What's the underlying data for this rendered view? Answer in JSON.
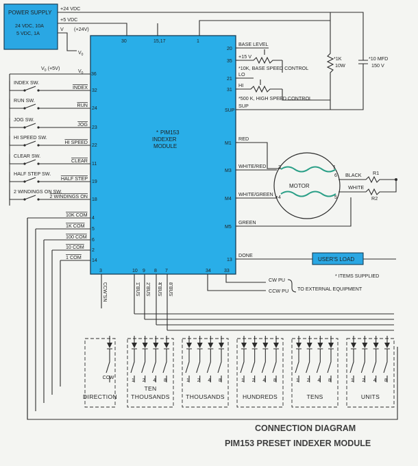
{
  "power_supply": {
    "title": "POWER SUPPLY",
    "line1": "24 VDC, 10A",
    "line2": "5 VDC, 1A"
  },
  "rails": {
    "p24": "+24 VDC",
    "p5": "+5 VDC",
    "vo": "V",
    "vo_sub": "0",
    "vo_extra": "(+24V)",
    "vo5": "(+5V)"
  },
  "module": {
    "star": "*",
    "name1": "PIM153",
    "name2": "INDEXER",
    "name3": "MODULE",
    "top_pins": [
      "30",
      "15,17",
      "1"
    ],
    "bottom_pins": [
      "3",
      "10",
      "9",
      "8",
      "7",
      "34",
      "33"
    ]
  },
  "left_pins": [
    {
      "name": "V0",
      "sub": "0",
      "num": ""
    },
    {
      "name": "V0",
      "sub": "0",
      "num": "36"
    },
    {
      "name": "INDEX",
      "num": "32"
    },
    {
      "name": "RUN",
      "num": "24"
    },
    {
      "name": "JOG",
      "num": "23"
    },
    {
      "name": "HI SPEED",
      "num": "22"
    },
    {
      "name": "CLEAR",
      "num": "11"
    },
    {
      "name": "HALF STEP",
      "num": "19"
    },
    {
      "name": "2 WINDINGS ON",
      "num": "18"
    },
    {
      "name": "10K COM",
      "num": "4"
    },
    {
      "name": "1K COM",
      "num": "5"
    },
    {
      "name": "100 COM",
      "num": "6"
    },
    {
      "name": "10 COM",
      "num": "2"
    },
    {
      "name": "1 COM",
      "num": "14"
    }
  ],
  "switches": [
    "INDEX SW.",
    "RUN SW.",
    "JOG SW.",
    "HI SPEED SW.",
    "CLEAR SW.",
    "HALF STEP SW.",
    "2 WINDINGS ON SW."
  ],
  "right_pins": [
    {
      "num": "20",
      "name": "BASE LEVEL"
    },
    {
      "num": "35",
      "name": "+15 V"
    },
    {
      "num": "21",
      "name": "LO"
    },
    {
      "num": "",
      "name": "HI"
    },
    {
      "num": "",
      "name": "SUP"
    },
    {
      "num": "",
      "name": "RED"
    },
    {
      "num": "",
      "name": "WHITE/RED"
    },
    {
      "num": "",
      "name": "WHITE/GREEN"
    },
    {
      "num": "",
      "name": "GREEN"
    },
    {
      "num": "13",
      "name": "DONE"
    }
  ],
  "right_sup_pins": [
    "SUP",
    "M1",
    "M3",
    "M4",
    "M5"
  ],
  "pots": {
    "base": "*10K, BASE SPEED CONTROL",
    "high": "*500 K, HIGH SPEED CONTROL"
  },
  "resistor": {
    "label": "*1K",
    "rating": "10W"
  },
  "capacitor": {
    "label": "*10 MFD",
    "rating": "150 V"
  },
  "motor": {
    "label": "MOTOR",
    "terminals": [
      "3",
      "1",
      "4",
      "5",
      "6"
    ],
    "black": "BLACK",
    "white": "WHITE",
    "r1": "R1",
    "r2": "R2"
  },
  "users_load": "USER'S LOAD",
  "items_supplied": "* ITEMS SUPPLIED",
  "pu": {
    "cw": "CW PU",
    "ccw": "CCW PU",
    "ext": "TO EXTERNAL EQUIPMENT"
  },
  "bus_labels": [
    "CCW SN",
    "1 BUS",
    "2 BUS",
    "4 BUS",
    "8 BUS"
  ],
  "switch_groups": [
    {
      "name": "DIRECTION",
      "sub": "",
      "pins": [
        "CCW"
      ]
    },
    {
      "name": "TEN",
      "sub": "THOUSANDS",
      "pins": [
        "1",
        "2",
        "4",
        "8"
      ]
    },
    {
      "name": "THOUSANDS",
      "sub": "",
      "pins": [
        "1",
        "2",
        "4",
        "8"
      ]
    },
    {
      "name": "HUNDREDS",
      "sub": "",
      "pins": [
        "1",
        "2",
        "4",
        "8"
      ]
    },
    {
      "name": "TENS",
      "sub": "",
      "pins": [
        "1",
        "2",
        "4",
        "8"
      ]
    },
    {
      "name": "UNITS",
      "sub": "",
      "pins": [
        "1",
        "2",
        "4",
        "8"
      ]
    }
  ],
  "footer": {
    "title1": "CONNECTION DIAGRAM",
    "title2": "PIM153 PRESET INDEXER MODULE"
  },
  "colors": {
    "module": "#29aee8",
    "power": "#2aa7e3",
    "load": "#2aa7e3",
    "motor_winding": "#2a9f87"
  }
}
